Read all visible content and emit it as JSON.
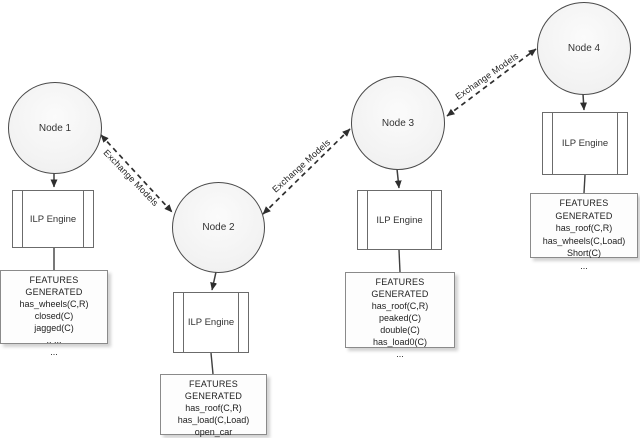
{
  "exchange": {
    "label": "Exchange Models"
  },
  "nodes": [
    {
      "label": "Node 1",
      "engine": "ILP Engine",
      "features_title": "FEATURES GENERATED",
      "features_lines": [
        "has_wheels(C,R)",
        "closed(C)",
        "jagged(C)",
        ".. ...",
        "..."
      ]
    },
    {
      "label": "Node 2",
      "engine": "ILP Engine",
      "features_title": "FEATURES GENERATED",
      "features_lines": [
        "has_roof(C,R)",
        "has_load(C,Load)",
        "open_car",
        "..."
      ]
    },
    {
      "label": "Node 3",
      "engine": "ILP Engine",
      "features_title": "FEATURES GENERATED",
      "features_lines": [
        "has_roof(C,R)",
        "peaked(C)",
        "double(C)",
        "has_load0(C)",
        "..."
      ]
    },
    {
      "label": "Node 4",
      "engine": "ILP Engine",
      "features_title": "FEATURES GENERATED",
      "features_lines": [
        "has_roof(C,R)",
        "has_wheels(C,Load)",
        "Short(C)",
        "..."
      ]
    }
  ],
  "colors": {
    "stroke": "#3f3f3f",
    "arrow_fill": "#2e2e2e",
    "circle_fill": "#f2f2f2",
    "box_border": "#6b6b6b",
    "background": "#ffffff"
  }
}
